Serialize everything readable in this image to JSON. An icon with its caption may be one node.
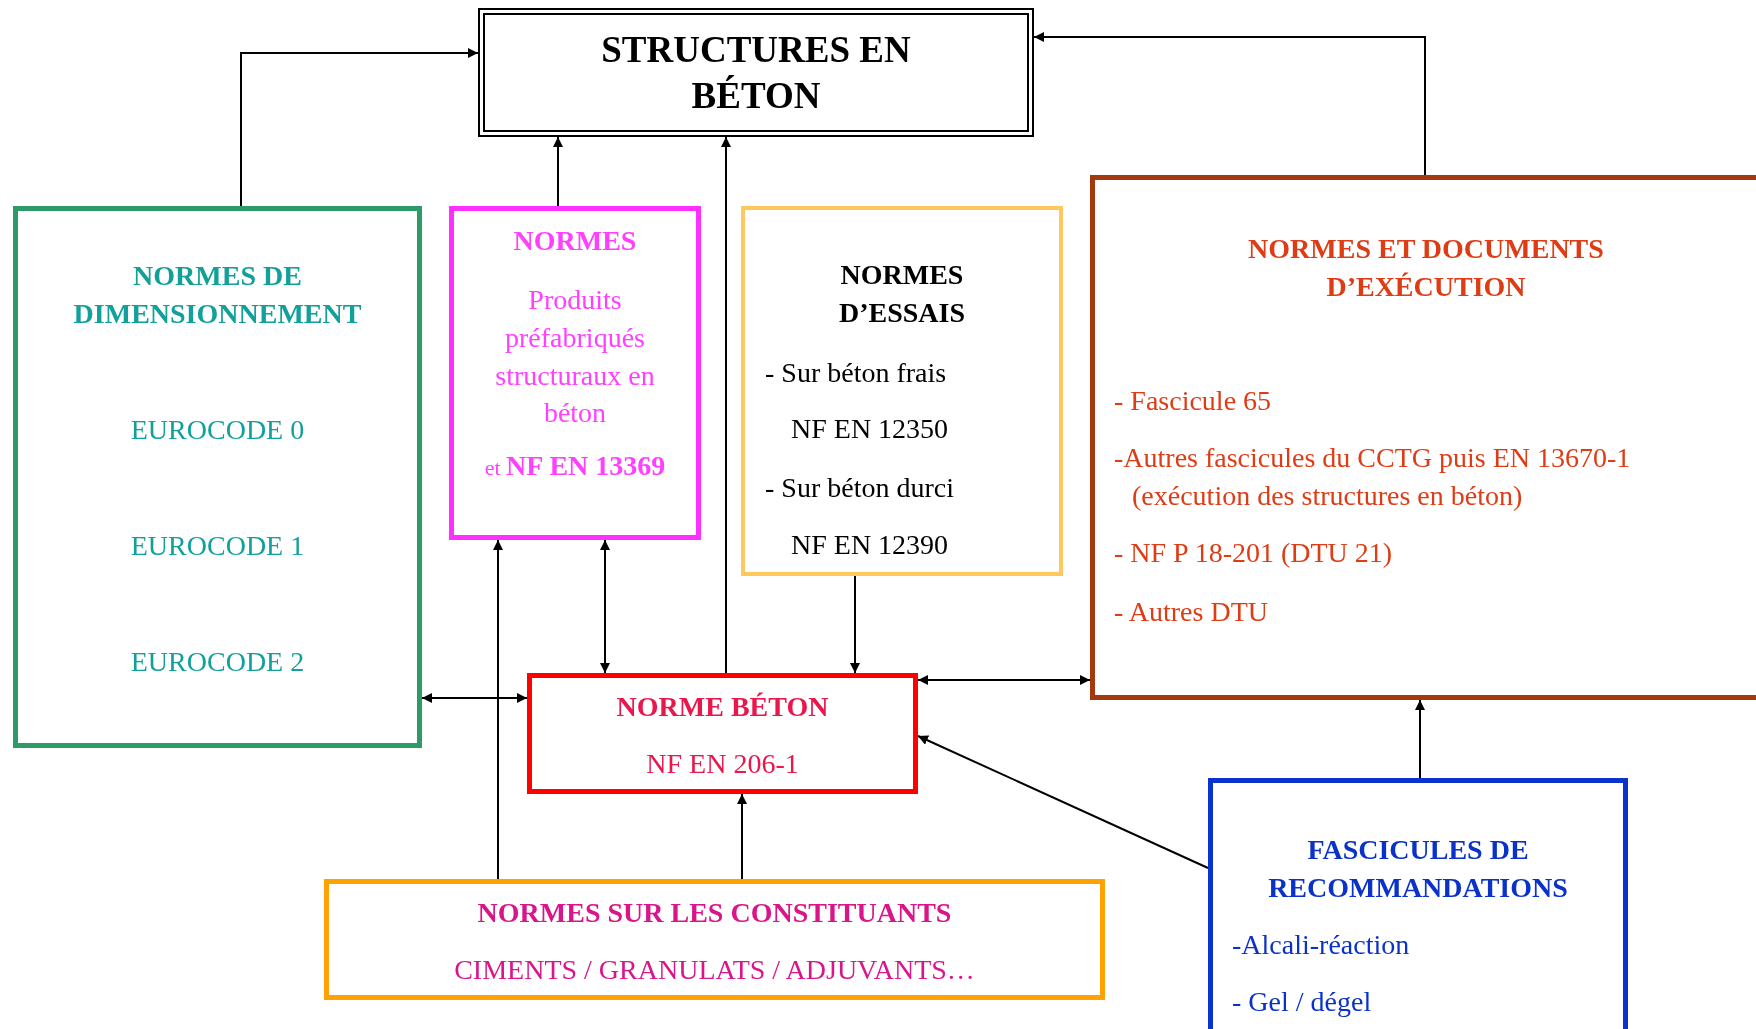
{
  "diagram": {
    "nodes": [
      {
        "text": [
          "STRUCTURES EN BÉTON"
        ]
      },
      {
        "text": [
          "NORMES DE DIMENSIONNEMENT",
          "EUROCODE 0",
          "EUROCODE 1",
          "EUROCODE 2"
        ]
      },
      {
        "text": [
          "NORMES",
          "Produits préfabriqués structuraux en béton",
          "et **NF EN 13369**"
        ]
      },
      {
        "text": [
          "NORMES D’ESSAIS",
          "- Sur béton frais",
          "NF EN 12350",
          "- Sur béton durci",
          "NF EN 12390"
        ]
      },
      {
        "text": [
          "NORMES ET DOCUMENTS D’EXÉCUTION",
          "- Fascicule 65",
          "-Autres fascicules du CCTG puis EN 13670-1 (exécution des structures en béton)",
          "- NF P 18-201 (DTU 21)",
          "- Autres DTU"
        ]
      },
      {
        "text": [
          "NORME BÉTON",
          "NF EN 206-1"
        ]
      },
      {
        "text": [
          "NORMES SUR LES CONSTITUANTS",
          "CIMENTS / GRANULATS / ADJUVANTS…"
        ]
      },
      {
        "text": [
          "FASCICULES DE RECOMMANDATIONS",
          "-Alcali-réaction",
          "- Gel / dégel"
        ]
      }
    ],
    "edges": [
      {
        "from": 1,
        "to": 0,
        "arrow": "to"
      },
      {
        "from": 2,
        "to": 0,
        "arrow": "to"
      },
      {
        "from": 5,
        "to": 0,
        "arrow": "to"
      },
      {
        "from": 4,
        "to": 0,
        "arrow": "to"
      },
      {
        "from": 1,
        "to": 5,
        "arrow": "both"
      },
      {
        "from": 2,
        "to": 5,
        "arrow": "both"
      },
      {
        "from": 6,
        "to": 2,
        "arrow": "to"
      },
      {
        "from": 3,
        "to": 5,
        "arrow": "to"
      },
      {
        "from": 5,
        "to": 4,
        "arrow": "both"
      },
      {
        "from": 6,
        "to": 5,
        "arrow": "to"
      },
      {
        "from": 7,
        "to": 5,
        "arrow": "to"
      },
      {
        "from": 7,
        "to": 4,
        "arrow": "to"
      }
    ]
  }
}
